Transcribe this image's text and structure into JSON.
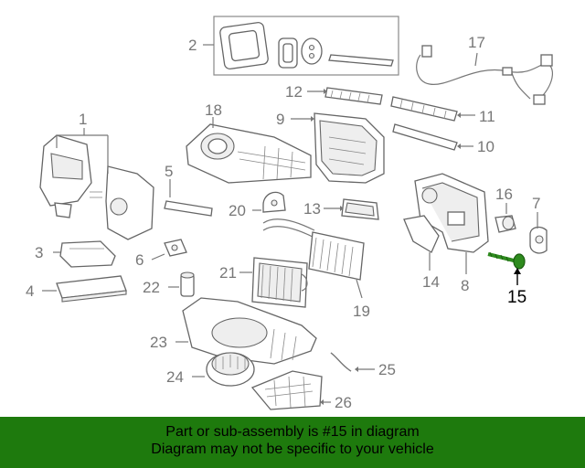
{
  "parts": [
    {
      "id": "1",
      "label": "1"
    },
    {
      "id": "2",
      "label": "2"
    },
    {
      "id": "3",
      "label": "3"
    },
    {
      "id": "4",
      "label": "4"
    },
    {
      "id": "5",
      "label": "5"
    },
    {
      "id": "6",
      "label": "6"
    },
    {
      "id": "7",
      "label": "7"
    },
    {
      "id": "8",
      "label": "8"
    },
    {
      "id": "9",
      "label": "9"
    },
    {
      "id": "10",
      "label": "10"
    },
    {
      "id": "11",
      "label": "11"
    },
    {
      "id": "12",
      "label": "12"
    },
    {
      "id": "13",
      "label": "13"
    },
    {
      "id": "14",
      "label": "14"
    },
    {
      "id": "15",
      "label": "15"
    },
    {
      "id": "16",
      "label": "16"
    },
    {
      "id": "17",
      "label": "17"
    },
    {
      "id": "18",
      "label": "18"
    },
    {
      "id": "19",
      "label": "19"
    },
    {
      "id": "20",
      "label": "20"
    },
    {
      "id": "21",
      "label": "21"
    },
    {
      "id": "22",
      "label": "22"
    },
    {
      "id": "23",
      "label": "23"
    },
    {
      "id": "24",
      "label": "24"
    },
    {
      "id": "25",
      "label": "25"
    },
    {
      "id": "26",
      "label": "26"
    }
  ],
  "highlight_part": "15",
  "highlight_color": "#2e8b1e",
  "banner": {
    "line1": "Part or sub-assembly is #15 in diagram",
    "line2": "Diagram may not be specific to your vehicle",
    "bg_color": "#1e7a0d"
  }
}
